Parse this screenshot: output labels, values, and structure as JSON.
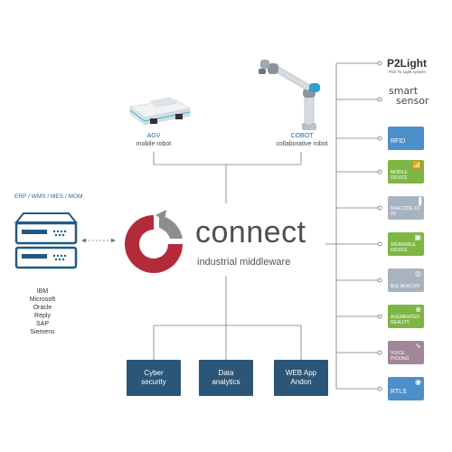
{
  "devices": {
    "agv": {
      "title": "AGV",
      "subtitle": "mobile robot"
    },
    "cobot": {
      "title": "COBOT",
      "subtitle": "collaborative robot"
    }
  },
  "enterprise": {
    "label": "ERP / WMS / MES / MOM",
    "systems": [
      "IBM",
      "Microsoft",
      "Oracle",
      "Reply",
      "SAP",
      "Siemens"
    ]
  },
  "hub": {
    "title": "connect",
    "subtitle": "industrial middleware"
  },
  "services": [
    {
      "label": "Cyber\nsecurity"
    },
    {
      "label": "Data\nanalytics"
    },
    {
      "label": "WEB App\nAndon"
    }
  ],
  "partners": {
    "p2l": {
      "name": "P2Light",
      "tagline": "Pick To Light system"
    },
    "smart_sensor": {
      "line1": "smart",
      "line2": "sensor"
    }
  },
  "tiles": [
    {
      "label": "RFID",
      "color": "#4d8fc9",
      "icon": "none"
    },
    {
      "label": "MOBILE DEVICE",
      "color": "#7db645",
      "icon": "wifi-icon"
    },
    {
      "label": "BARCODE 1D 2D",
      "color": "#a7b3bf",
      "icon": "barcode-icon"
    },
    {
      "label": "WEARABLE DEVICE",
      "color": "#7db645",
      "icon": "wearable-icon"
    },
    {
      "label": "BLE BEACON",
      "color": "#a7b3bf",
      "icon": "beacon-icon"
    },
    {
      "label": "AUGMENTED REALITY",
      "color": "#7db645",
      "icon": "ar-icon"
    },
    {
      "label": "VOICE PICKING",
      "color": "#a1869a",
      "icon": "voice-icon"
    },
    {
      "label": "RTLS",
      "color": "#4d8fc9",
      "icon": "location-pin-icon"
    }
  ]
}
